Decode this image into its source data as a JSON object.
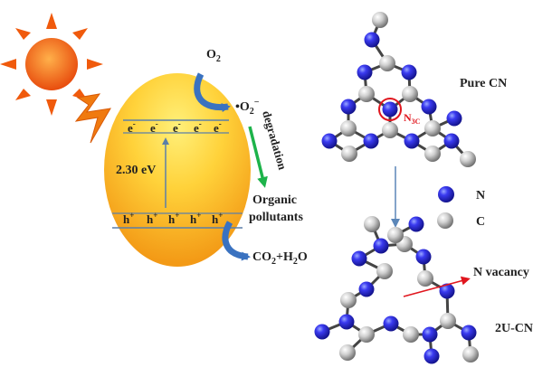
{
  "photocatalysis": {
    "oxygen_label": "O",
    "oxygen_sub": "2",
    "superoxide_label": "•O",
    "superoxide_sub": "2",
    "superoxide_sup": "−",
    "electron_symbol": "e",
    "electron_charge": "-",
    "hole_symbol": "h",
    "hole_charge": "+",
    "band_gap": "2.30 eV",
    "degradation_label": "degradation",
    "organic_line1": "Organic",
    "organic_line2": "pollutants",
    "product_co2": "CO",
    "product_co2_sub": "2",
    "product_rest": "+H",
    "product_h2o_sub": "2",
    "product_o": "O"
  },
  "structure": {
    "pure_label": "Pure CN",
    "n3c_label": "N",
    "n3c_sub": "3C",
    "legend_n": "N",
    "legend_c": "C",
    "vacancy_label": "N vacancy",
    "modified_label": "2U-CN"
  },
  "colors": {
    "nitrogen": "#2a2ae0",
    "carbon": "#bdbdbd",
    "bond": "#444444",
    "circle_marker": "#e0161e",
    "n3c_text": "#e0161e",
    "band_line": "#5b7fa8",
    "degradation_arrow": "#1db34a",
    "process_arrow": "#3a72c0",
    "vacancy_arrow": "#e0161e",
    "sun": "#f05a0c",
    "lightning": "#f07a10"
  }
}
